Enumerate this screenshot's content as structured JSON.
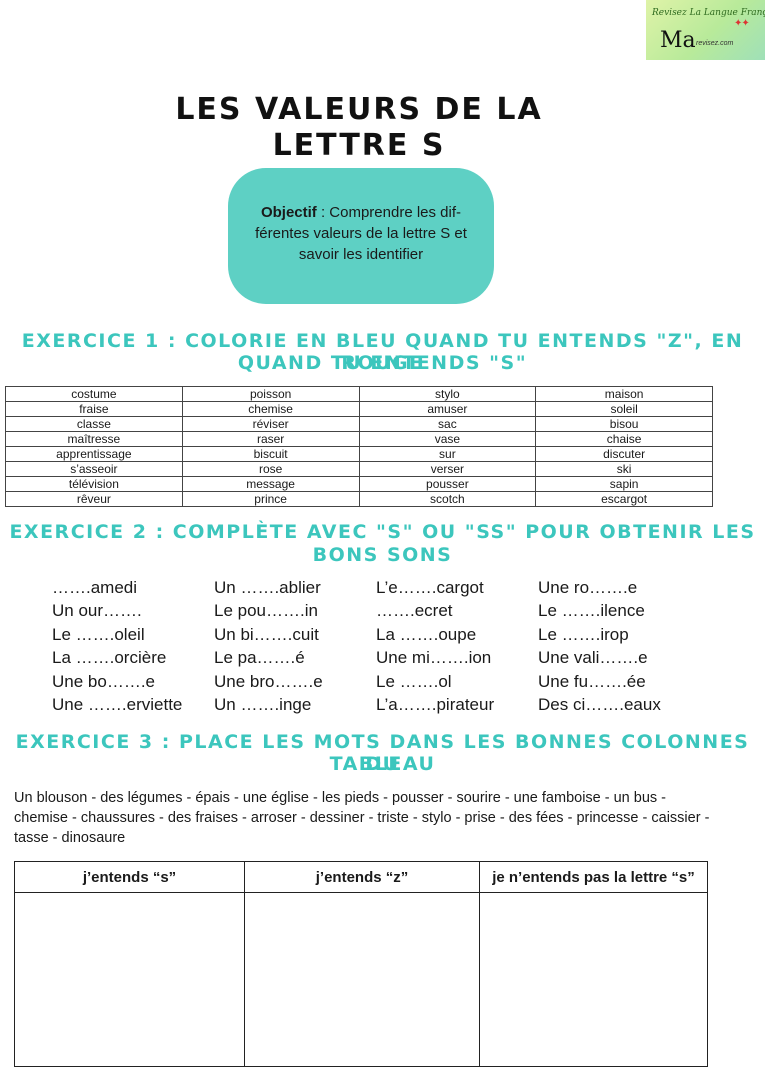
{
  "logo": {
    "tagline": "Revisez La Langue Française",
    "mark": "Ma",
    "site": "revisez.com"
  },
  "title_line1": "LES VALEURS DE LA",
  "title_line2": "LETTRE S",
  "objective": {
    "label": "Objectif",
    "text": " : Comprendre les dif-férentes valeurs de la lettre S et savoir les identifier"
  },
  "exercise1": {
    "title_line1": "EXERCICE 1 : COLORIE EN BLEU QUAND TU ENTENDS \"Z\", EN ROUGE",
    "title_line2": "QUAND TU ENTENDS \"S\"",
    "rows": [
      [
        "costume",
        "poisson",
        "stylo",
        "maison"
      ],
      [
        "fraise",
        "chemise",
        "amuser",
        "soleil"
      ],
      [
        "classe",
        "réviser",
        "sac",
        "bisou"
      ],
      [
        "maîtresse",
        "raser",
        "vase",
        "chaise"
      ],
      [
        "apprentissage",
        "biscuit",
        "sur",
        "discuter"
      ],
      [
        "s’asseoir",
        "rose",
        "verser",
        "ski"
      ],
      [
        "télévision",
        "message",
        "pousser",
        "sapin"
      ],
      [
        "rêveur",
        "prince",
        "scotch",
        "escargot"
      ]
    ]
  },
  "exercise2": {
    "title_line1": "EXERCICE 2 : COMPLÈTE AVEC \"S\" OU \"SS\" POUR OBTENIR LES",
    "title_line2": "BONS SONS",
    "items": [
      "…….amedi",
      "Un …….ablier",
      "L’e…….cargot",
      "Une ro…….e",
      "Un our…….",
      "Le pou…….in",
      "…….ecret",
      "Le …….ilence",
      "Le …….oleil",
      "Un bi…….cuit",
      "La …….oupe",
      "Le …….irop",
      "La …….orcière",
      "Le pa…….é",
      "Une mi…….ion",
      "Une vali…….e",
      "Une bo…….e",
      "Une bro…….e",
      "Le …….ol",
      "Une fu…….ée",
      "Une …….erviette",
      "Un …….inge",
      "L’a…….pirateur",
      "Des ci…….eaux"
    ]
  },
  "exercise3": {
    "title_line1": "EXERCICE 3 : PLACE LES MOTS DANS LES BONNES COLONNES DU",
    "title_line2": "TABLEAU",
    "words": "Un blouson - des légumes - épais - une église - les pieds - pousser - sourire - une famboise - un bus - chemise - chaussures - des fraises - arroser - dessiner - triste - stylo - prise - des fées - princesse - caissier - tasse - dinosaure",
    "col1": "j’entends “s”",
    "col2": "j’entends “z”",
    "col3": "je n’entends pas la lettre “s”"
  },
  "colors": {
    "accent": "#3cc6bd",
    "objective_bg": "#5ed0c4"
  }
}
